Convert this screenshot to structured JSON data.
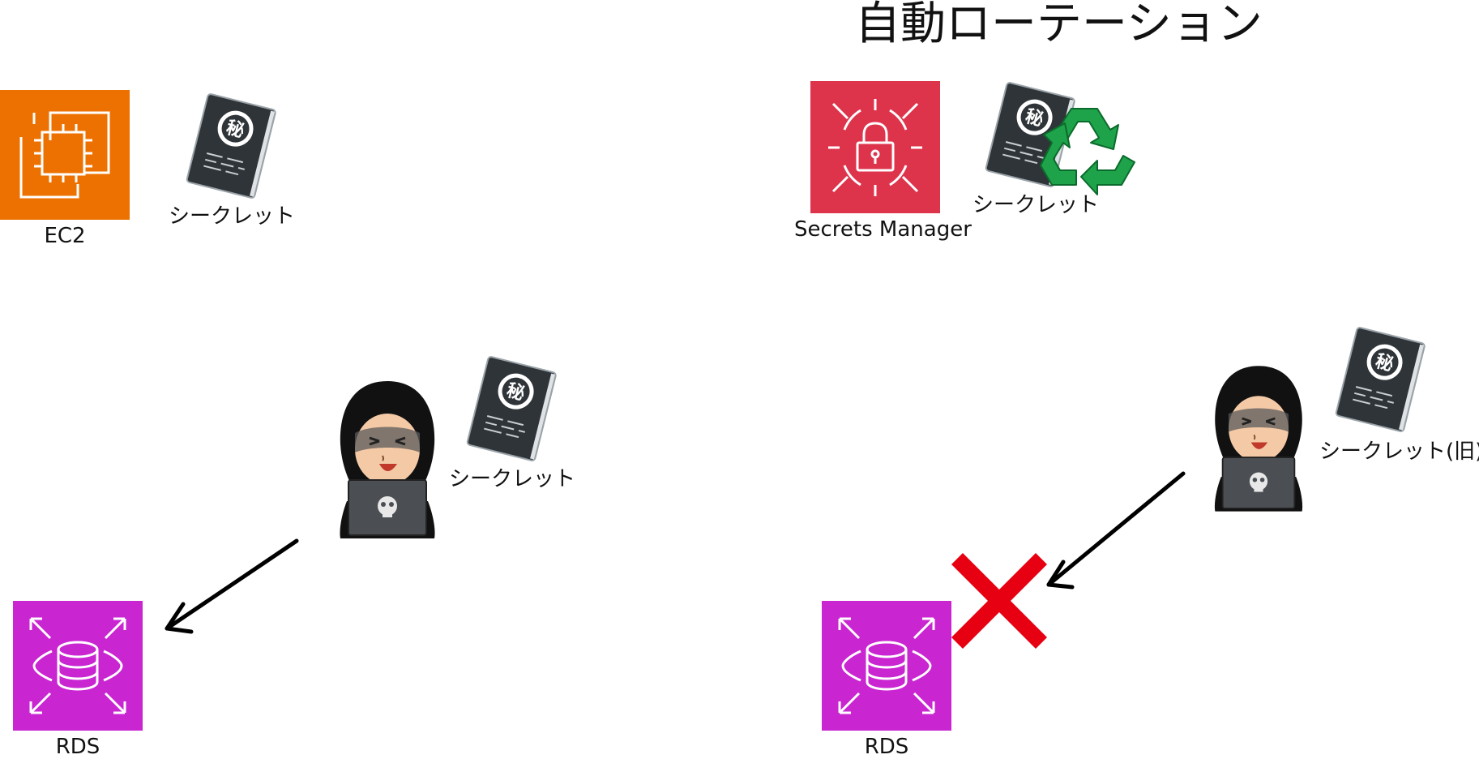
{
  "title": "自動ローテーション",
  "left": {
    "ec2": {
      "label": "EC2",
      "color": "#ED7100"
    },
    "secret": {
      "label": "シークレット"
    },
    "attacker_secret": {
      "label": "シークレット"
    },
    "rds": {
      "label": "RDS",
      "color": "#C925D1"
    }
  },
  "right": {
    "secrets_manager": {
      "label": "Secrets Manager",
      "color": "#DD344C"
    },
    "rotating_secret": {
      "label": "シークレット"
    },
    "attacker_secret_old": {
      "label": "シークレット(旧)"
    },
    "rds": {
      "label": "RDS",
      "color": "#C925D1"
    },
    "blocked_mark_color": "#E60012"
  },
  "icons": {
    "ec2": "ec2-chip-icon",
    "secrets_manager": "lock-target-icon",
    "rds": "database-arrows-icon",
    "secret_book": "secret-book-icon",
    "recycle": "recycle-icon",
    "hacker": "hooded-hacker-icon",
    "cross": "red-x-icon"
  }
}
